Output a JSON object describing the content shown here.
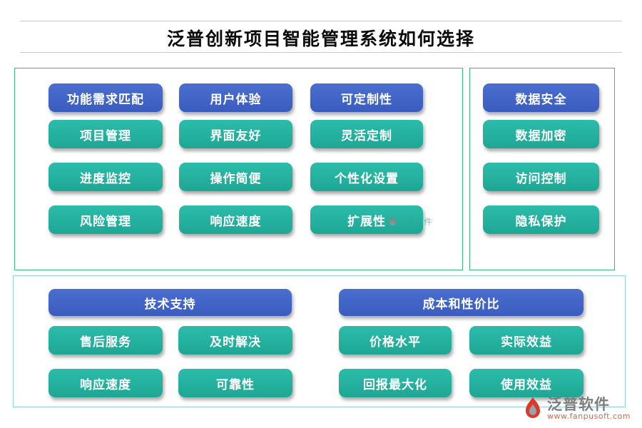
{
  "title": "泛普创新项目智能管理系统如何选择",
  "panel_features": {
    "columns": [
      {
        "header": "功能需求匹配",
        "items": [
          "项目管理",
          "进度监控",
          "风险管理"
        ]
      },
      {
        "header": "用户体验",
        "items": [
          "界面友好",
          "操作简便",
          "响应速度"
        ]
      },
      {
        "header": "可定制性",
        "items": [
          "灵活定制",
          "个性化设置",
          "扩展性"
        ]
      }
    ]
  },
  "panel_security": {
    "header": "数据安全",
    "items": [
      "数据加密",
      "访问控制",
      "隐私保护"
    ]
  },
  "panel_bottom": {
    "groups": [
      {
        "header": "技术支持",
        "items": [
          "售后服务",
          "及时解决",
          "响应速度",
          "可靠性"
        ]
      },
      {
        "header": "成本和性价比",
        "items": [
          "价格水平",
          "实际效益",
          "回报最大化",
          "使用效益"
        ]
      }
    ]
  },
  "watermark": {
    "brand": "泛普软件",
    "url": "www.fanpusoft.com"
  },
  "inline_watermark": "泛普软件",
  "colors": {
    "header_blue": "#3e63c6",
    "item_teal": "#25b2a0",
    "border_green": "#3cb878",
    "border_blue": "#8ed2ea"
  }
}
